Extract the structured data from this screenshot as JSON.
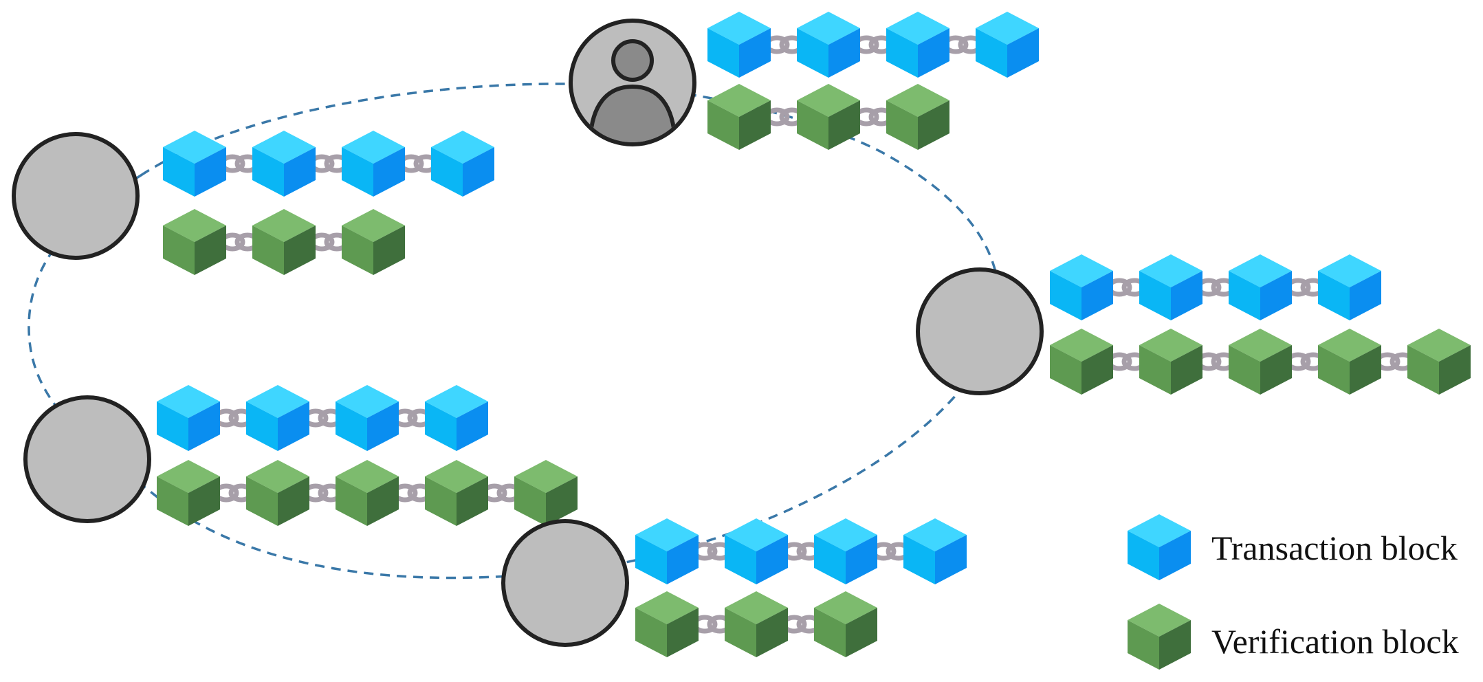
{
  "legend": {
    "transaction_label": "Transaction block",
    "verification_label": "Verification block"
  },
  "colors": {
    "transaction_top": "#3fd6ff",
    "transaction_left": "#0ab6f5",
    "transaction_right": "#0a8ef0",
    "verification_top": "#7dbb6e",
    "verification_left": "#5e9a51",
    "verification_right": "#3f6f3c",
    "link": "#a79fa9",
    "ring": "#3a78a8",
    "avatar_bg": "#bdbdbd",
    "avatar_fill": "#8a8a8a",
    "avatar_stroke": "#222222"
  },
  "nodes": [
    {
      "id": "node-top",
      "transaction_blocks": 4,
      "verification_blocks": 3
    },
    {
      "id": "node-left-upper",
      "transaction_blocks": 4,
      "verification_blocks": 3
    },
    {
      "id": "node-right",
      "transaction_blocks": 4,
      "verification_blocks": 5
    },
    {
      "id": "node-left-lower",
      "transaction_blocks": 4,
      "verification_blocks": 5
    },
    {
      "id": "node-bottom",
      "transaction_blocks": 4,
      "verification_blocks": 3
    }
  ]
}
